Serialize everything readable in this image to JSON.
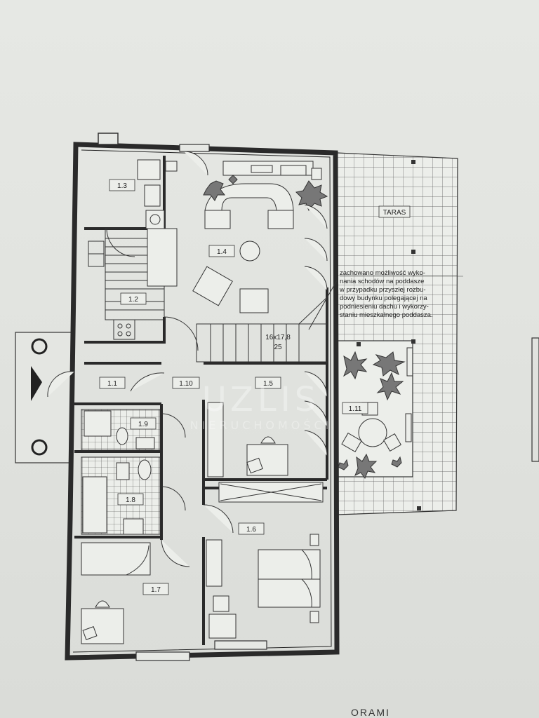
{
  "rooms": {
    "r1_1": "1.1",
    "r1_2": "1.2",
    "r1_3": "1.3",
    "r1_4": "1.4",
    "r1_5": "1.5",
    "r1_6": "1.6",
    "r1_7": "1.7",
    "r1_8": "1.8",
    "r1_9": "1.9",
    "r1_10": "1.10",
    "r1_11": "1.11"
  },
  "terrace_label": "TARAS",
  "stairs": {
    "dimension": "16x17,8",
    "count": "25"
  },
  "note_lines": [
    "zachowano możliwość wyko-",
    "nania schodów na poddasze",
    "w przypadku przyszłej rozbu-",
    "dowy budynku polegającej na",
    "podniesieniu dachu i wykorzy-",
    "staniu mieszkalnego poddasza."
  ],
  "watermark": {
    "line1": "UZLIS",
    "line2": "NIERUCHOMOŚCI"
  },
  "footer_fragment": "ORAMI"
}
